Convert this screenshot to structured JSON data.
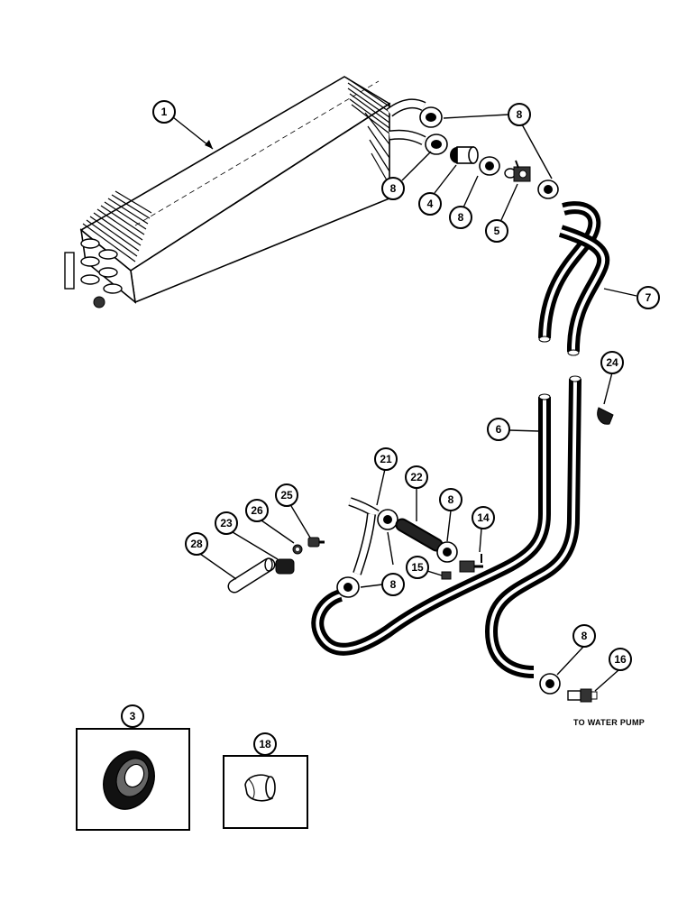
{
  "callouts": {
    "c1": "1",
    "c8_top": "8",
    "c8_left": "8",
    "c4": "4",
    "c8_mid": "8",
    "c5": "5",
    "c7": "7",
    "c24": "24",
    "c6": "6",
    "c21": "21",
    "c22": "22",
    "c8_low": "8",
    "c14": "14",
    "c15": "15",
    "c8_bend": "8",
    "c25": "25",
    "c26": "26",
    "c23": "23",
    "c28": "28",
    "c8_pump": "8",
    "c16": "16",
    "c3": "3",
    "c18": "18"
  },
  "notes": {
    "to_water_pump": "TO WATER PUMP"
  }
}
